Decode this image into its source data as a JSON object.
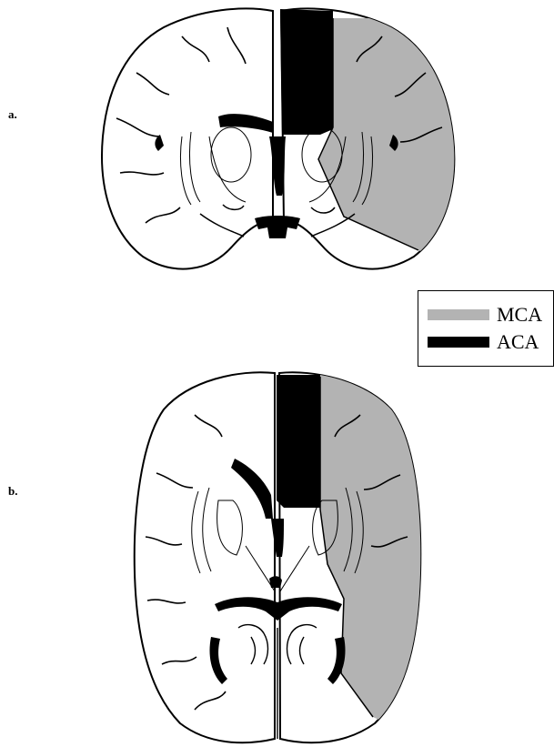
{
  "panels": [
    {
      "label": "a."
    },
    {
      "label": "b."
    }
  ],
  "legend": {
    "items": [
      {
        "label": "MCA",
        "color": "#b3b3b3"
      },
      {
        "label": "ACA",
        "color": "#000000"
      }
    ]
  },
  "colors": {
    "outline": "#000000",
    "fill": "#ffffff"
  }
}
